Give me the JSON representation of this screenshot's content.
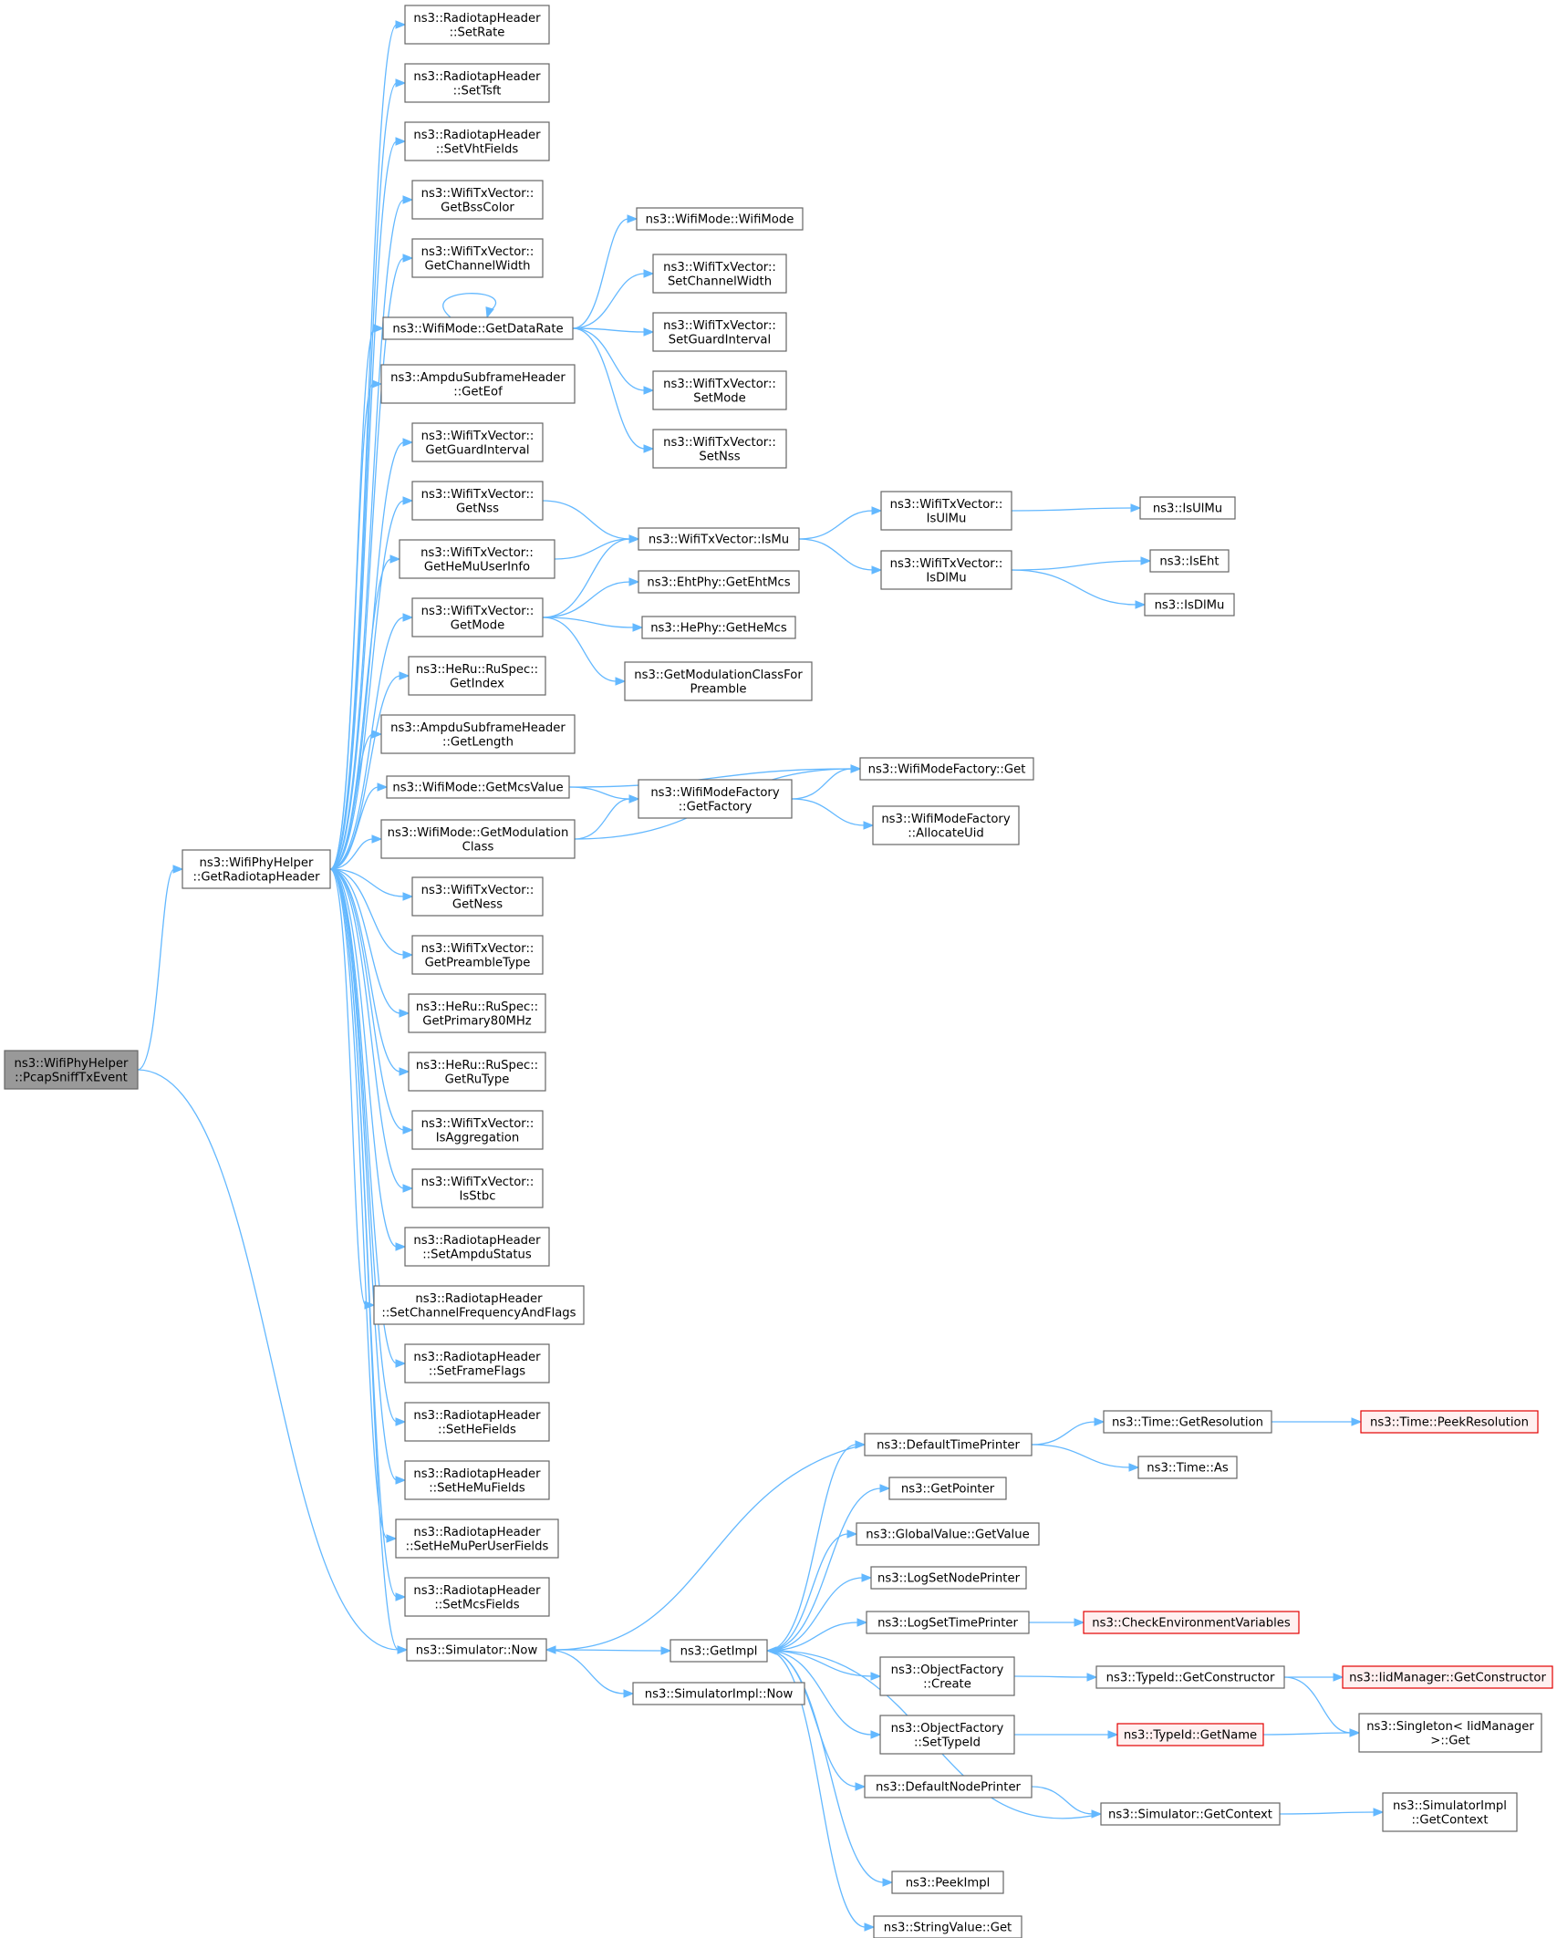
{
  "nodes": [
    {
      "id": "pcap",
      "lines": [
        "ns3::WifiPhyHelper",
        "::PcapSniffTxEvent"
      ],
      "style": "root"
    },
    {
      "id": "radhdr",
      "lines": [
        "ns3::WifiPhyHelper",
        "::GetRadiotapHeader"
      ]
    },
    {
      "id": "setrate",
      "lines": [
        "ns3::RadiotapHeader",
        "::SetRate"
      ]
    },
    {
      "id": "settsft",
      "lines": [
        "ns3::RadiotapHeader",
        "::SetTsft"
      ]
    },
    {
      "id": "setvht",
      "lines": [
        "ns3::RadiotapHeader",
        "::SetVhtFields"
      ]
    },
    {
      "id": "getbss",
      "lines": [
        "ns3::WifiTxVector::",
        "GetBssColor"
      ]
    },
    {
      "id": "getchw",
      "lines": [
        "ns3::WifiTxVector::",
        "GetChannelWidth"
      ]
    },
    {
      "id": "getdatarate",
      "lines": [
        "ns3::WifiMode::GetDataRate"
      ]
    },
    {
      "id": "geteof",
      "lines": [
        "ns3::AmpduSubframeHeader",
        "::GetEof"
      ]
    },
    {
      "id": "getgi",
      "lines": [
        "ns3::WifiTxVector::",
        "GetGuardInterval"
      ]
    },
    {
      "id": "getnss",
      "lines": [
        "ns3::WifiTxVector::",
        "GetNss"
      ]
    },
    {
      "id": "gethemu",
      "lines": [
        "ns3::WifiTxVector::",
        "GetHeMuUserInfo"
      ]
    },
    {
      "id": "getmode",
      "lines": [
        "ns3::WifiTxVector::",
        "GetMode"
      ]
    },
    {
      "id": "getindex",
      "lines": [
        "ns3::HeRu::RuSpec::",
        "GetIndex"
      ]
    },
    {
      "id": "getlength",
      "lines": [
        "ns3::AmpduSubframeHeader",
        "::GetLength"
      ]
    },
    {
      "id": "getmcs",
      "lines": [
        "ns3::WifiMode::GetMcsValue"
      ]
    },
    {
      "id": "getmodclass",
      "lines": [
        "ns3::WifiMode::GetModulation",
        "Class"
      ]
    },
    {
      "id": "getness",
      "lines": [
        "ns3::WifiTxVector::",
        "GetNess"
      ]
    },
    {
      "id": "getpre",
      "lines": [
        "ns3::WifiTxVector::",
        "GetPreambleType"
      ]
    },
    {
      "id": "getp80",
      "lines": [
        "ns3::HeRu::RuSpec::",
        "GetPrimary80MHz"
      ]
    },
    {
      "id": "getrut",
      "lines": [
        "ns3::HeRu::RuSpec::",
        "GetRuType"
      ]
    },
    {
      "id": "isagg",
      "lines": [
        "ns3::WifiTxVector::",
        "IsAggregation"
      ]
    },
    {
      "id": "isstbc",
      "lines": [
        "ns3::WifiTxVector::",
        "IsStbc"
      ]
    },
    {
      "id": "setampdu",
      "lines": [
        "ns3::RadiotapHeader",
        "::SetAmpduStatus"
      ]
    },
    {
      "id": "setchf",
      "lines": [
        "ns3::RadiotapHeader",
        "::SetChannelFrequencyAndFlags"
      ]
    },
    {
      "id": "setff",
      "lines": [
        "ns3::RadiotapHeader",
        "::SetFrameFlags"
      ]
    },
    {
      "id": "sethe",
      "lines": [
        "ns3::RadiotapHeader",
        "::SetHeFields"
      ]
    },
    {
      "id": "sethemu",
      "lines": [
        "ns3::RadiotapHeader",
        "::SetHeMuFields"
      ]
    },
    {
      "id": "sethemupu",
      "lines": [
        "ns3::RadiotapHeader",
        "::SetHeMuPerUserFields"
      ]
    },
    {
      "id": "setmcsf",
      "lines": [
        "ns3::RadiotapHeader",
        "::SetMcsFields"
      ]
    },
    {
      "id": "simnow",
      "lines": [
        "ns3::Simulator::Now"
      ]
    },
    {
      "id": "wmwm",
      "lines": [
        "ns3::WifiMode::WifiMode"
      ]
    },
    {
      "id": "txsetchw",
      "lines": [
        "ns3::WifiTxVector::",
        "SetChannelWidth"
      ]
    },
    {
      "id": "txsetgi",
      "lines": [
        "ns3::WifiTxVector::",
        "SetGuardInterval"
      ]
    },
    {
      "id": "txsetmode",
      "lines": [
        "ns3::WifiTxVector::",
        "SetMode"
      ]
    },
    {
      "id": "txsetnss",
      "lines": [
        "ns3::WifiTxVector::",
        "SetNss"
      ]
    },
    {
      "id": "ismu",
      "lines": [
        "ns3::WifiTxVector::IsMu"
      ]
    },
    {
      "id": "ehtmcs",
      "lines": [
        "ns3::EhtPhy::GetEhtMcs"
      ]
    },
    {
      "id": "hemcs",
      "lines": [
        "ns3::HePhy::GetHeMcs"
      ]
    },
    {
      "id": "gmcp",
      "lines": [
        "ns3::GetModulationClassFor",
        "Preamble"
      ]
    },
    {
      "id": "wmfget",
      "lines": [
        "ns3::WifiModeFactory::Get"
      ]
    },
    {
      "id": "getfactory",
      "lines": [
        "ns3::WifiModeFactory",
        "::GetFactory"
      ]
    },
    {
      "id": "allocuid",
      "lines": [
        "ns3::WifiModeFactory",
        "::AllocateUid"
      ]
    },
    {
      "id": "isulmu_v",
      "lines": [
        "ns3::WifiTxVector::",
        "IsUlMu"
      ]
    },
    {
      "id": "isdlmu_v",
      "lines": [
        "ns3::WifiTxVector::",
        "IsDlMu"
      ]
    },
    {
      "id": "isulmu",
      "lines": [
        "ns3::IsUlMu"
      ]
    },
    {
      "id": "iseht",
      "lines": [
        "ns3::IsEht"
      ]
    },
    {
      "id": "isdlmu",
      "lines": [
        "ns3::IsDlMu"
      ]
    },
    {
      "id": "getimpl",
      "lines": [
        "ns3::GetImpl"
      ]
    },
    {
      "id": "simimplnow",
      "lines": [
        "ns3::SimulatorImpl::Now"
      ]
    },
    {
      "id": "dtp",
      "lines": [
        "ns3::DefaultTimePrinter"
      ]
    },
    {
      "id": "getptr",
      "lines": [
        "ns3::GetPointer"
      ]
    },
    {
      "id": "gvget",
      "lines": [
        "ns3::GlobalValue::GetValue"
      ]
    },
    {
      "id": "lsnp",
      "lines": [
        "ns3::LogSetNodePrinter"
      ]
    },
    {
      "id": "lstp",
      "lines": [
        "ns3::LogSetTimePrinter"
      ]
    },
    {
      "id": "ofcreate",
      "lines": [
        "ns3::ObjectFactory",
        "::Create"
      ]
    },
    {
      "id": "ofsettid",
      "lines": [
        "ns3::ObjectFactory",
        "::SetTypeId"
      ]
    },
    {
      "id": "dnp",
      "lines": [
        "ns3::DefaultNodePrinter"
      ]
    },
    {
      "id": "peekimpl",
      "lines": [
        "ns3::PeekImpl"
      ]
    },
    {
      "id": "svget",
      "lines": [
        "ns3::StringValue::Get"
      ]
    },
    {
      "id": "getres",
      "lines": [
        "ns3::Time::GetResolution"
      ]
    },
    {
      "id": "timeas",
      "lines": [
        "ns3::Time::As"
      ]
    },
    {
      "id": "cev",
      "lines": [
        "ns3::CheckEnvironmentVariables"
      ],
      "style": "trunc"
    },
    {
      "id": "tidgc",
      "lines": [
        "ns3::TypeId::GetConstructor"
      ]
    },
    {
      "id": "tidgn",
      "lines": [
        "ns3::TypeId::GetName"
      ],
      "style": "trunc"
    },
    {
      "id": "simgc",
      "lines": [
        "ns3::Simulator::GetContext"
      ]
    },
    {
      "id": "peekres",
      "lines": [
        "ns3::Time::PeekResolution"
      ],
      "style": "trunc"
    },
    {
      "id": "iidgc",
      "lines": [
        "ns3::IidManager::GetConstructor"
      ],
      "style": "trunc"
    },
    {
      "id": "singget",
      "lines": [
        "ns3::Singleton< IidManager",
        ">::Get"
      ]
    },
    {
      "id": "simimplgc",
      "lines": [
        "ns3::SimulatorImpl",
        "::GetContext"
      ]
    }
  ],
  "edges": [
    [
      "pcap",
      "radhdr"
    ],
    [
      "pcap",
      "simnow"
    ],
    [
      "radhdr",
      "setrate"
    ],
    [
      "radhdr",
      "settsft"
    ],
    [
      "radhdr",
      "setvht"
    ],
    [
      "radhdr",
      "getbss"
    ],
    [
      "radhdr",
      "getchw"
    ],
    [
      "radhdr",
      "getdatarate"
    ],
    [
      "radhdr",
      "geteof"
    ],
    [
      "radhdr",
      "getgi"
    ],
    [
      "radhdr",
      "getnss"
    ],
    [
      "radhdr",
      "gethemu"
    ],
    [
      "radhdr",
      "getmode"
    ],
    [
      "radhdr",
      "getindex"
    ],
    [
      "radhdr",
      "getlength"
    ],
    [
      "radhdr",
      "getmcs"
    ],
    [
      "radhdr",
      "getmodclass"
    ],
    [
      "radhdr",
      "getness"
    ],
    [
      "radhdr",
      "getpre"
    ],
    [
      "radhdr",
      "getp80"
    ],
    [
      "radhdr",
      "getrut"
    ],
    [
      "radhdr",
      "isagg"
    ],
    [
      "radhdr",
      "isstbc"
    ],
    [
      "radhdr",
      "setampdu"
    ],
    [
      "radhdr",
      "setchf"
    ],
    [
      "radhdr",
      "setff"
    ],
    [
      "radhdr",
      "sethe"
    ],
    [
      "radhdr",
      "sethemu"
    ],
    [
      "radhdr",
      "sethemupu"
    ],
    [
      "radhdr",
      "setmcsf"
    ],
    [
      "radhdr",
      "simnow"
    ],
    [
      "getdatarate",
      "getdatarate"
    ],
    [
      "getdatarate",
      "wmwm"
    ],
    [
      "getdatarate",
      "txsetchw"
    ],
    [
      "getdatarate",
      "txsetgi"
    ],
    [
      "getdatarate",
      "txsetmode"
    ],
    [
      "getdatarate",
      "txsetnss"
    ],
    [
      "getnss",
      "ismu"
    ],
    [
      "gethemu",
      "ismu"
    ],
    [
      "getmode",
      "ismu"
    ],
    [
      "getmode",
      "ehtmcs"
    ],
    [
      "getmode",
      "hemcs"
    ],
    [
      "getmode",
      "gmcp"
    ],
    [
      "getmcs",
      "wmfget"
    ],
    [
      "getmcs",
      "getfactory"
    ],
    [
      "getmodclass",
      "getfactory"
    ],
    [
      "getmodclass",
      "wmfget"
    ],
    [
      "getfactory",
      "wmfget"
    ],
    [
      "getfactory",
      "allocuid"
    ],
    [
      "ismu",
      "isulmu_v"
    ],
    [
      "ismu",
      "isdlmu_v"
    ],
    [
      "isulmu_v",
      "isulmu"
    ],
    [
      "isdlmu_v",
      "iseht"
    ],
    [
      "isdlmu_v",
      "isdlmu"
    ],
    [
      "simnow",
      "getimpl"
    ],
    [
      "simnow",
      "simimplnow"
    ],
    [
      "dtp",
      "simnow"
    ],
    [
      "getimpl",
      "dtp"
    ],
    [
      "getimpl",
      "getptr"
    ],
    [
      "getimpl",
      "gvget"
    ],
    [
      "getimpl",
      "lsnp"
    ],
    [
      "getimpl",
      "lstp"
    ],
    [
      "getimpl",
      "ofcreate"
    ],
    [
      "getimpl",
      "ofsettid"
    ],
    [
      "getimpl",
      "dnp"
    ],
    [
      "getimpl",
      "peekimpl"
    ],
    [
      "getimpl",
      "svget"
    ],
    [
      "simgc",
      "getimpl"
    ],
    [
      "dtp",
      "getres"
    ],
    [
      "dtp",
      "timeas"
    ],
    [
      "getres",
      "peekres"
    ],
    [
      "lstp",
      "cev"
    ],
    [
      "ofcreate",
      "tidgc"
    ],
    [
      "ofsettid",
      "tidgn"
    ],
    [
      "tidgc",
      "iidgc"
    ],
    [
      "tidgc",
      "singget"
    ],
    [
      "tidgn",
      "singget"
    ],
    [
      "dnp",
      "simgc"
    ],
    [
      "simgc",
      "simimplgc"
    ]
  ]
}
